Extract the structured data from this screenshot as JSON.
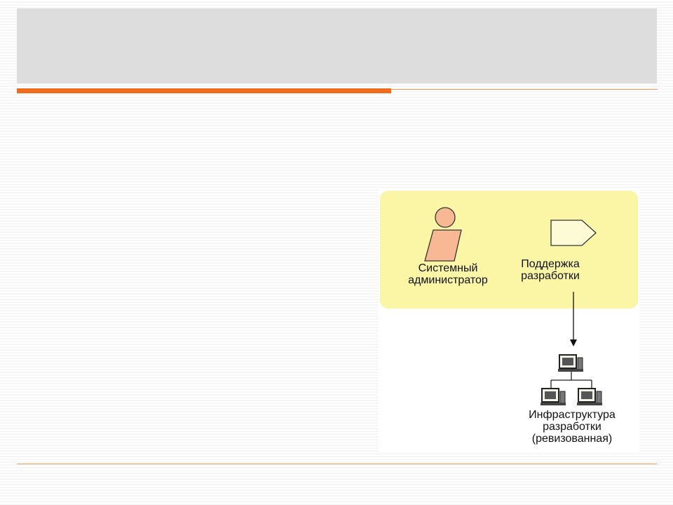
{
  "slide": {
    "title": ""
  },
  "diagram": {
    "roles": [
      {
        "id": "admin",
        "label": "Системный\nадминистратор",
        "icon": "worker-role-icon"
      }
    ],
    "activities": [
      {
        "id": "support",
        "label": "Поддержка\nразработки",
        "icon": "activity-arrow-icon"
      }
    ],
    "artifacts": [
      {
        "id": "infra",
        "label": "Инфраструктура\nразработки\n(ревизованная)",
        "icon": "network-computers-icon"
      }
    ],
    "links": [
      {
        "from": "support",
        "to": "infra",
        "type": "arrow"
      }
    ],
    "colors": {
      "role_area": "#fbf5a6",
      "accent": "#f26b1d",
      "role_fill": "#f9b894",
      "activity_fill": "#fcfbd6"
    }
  }
}
